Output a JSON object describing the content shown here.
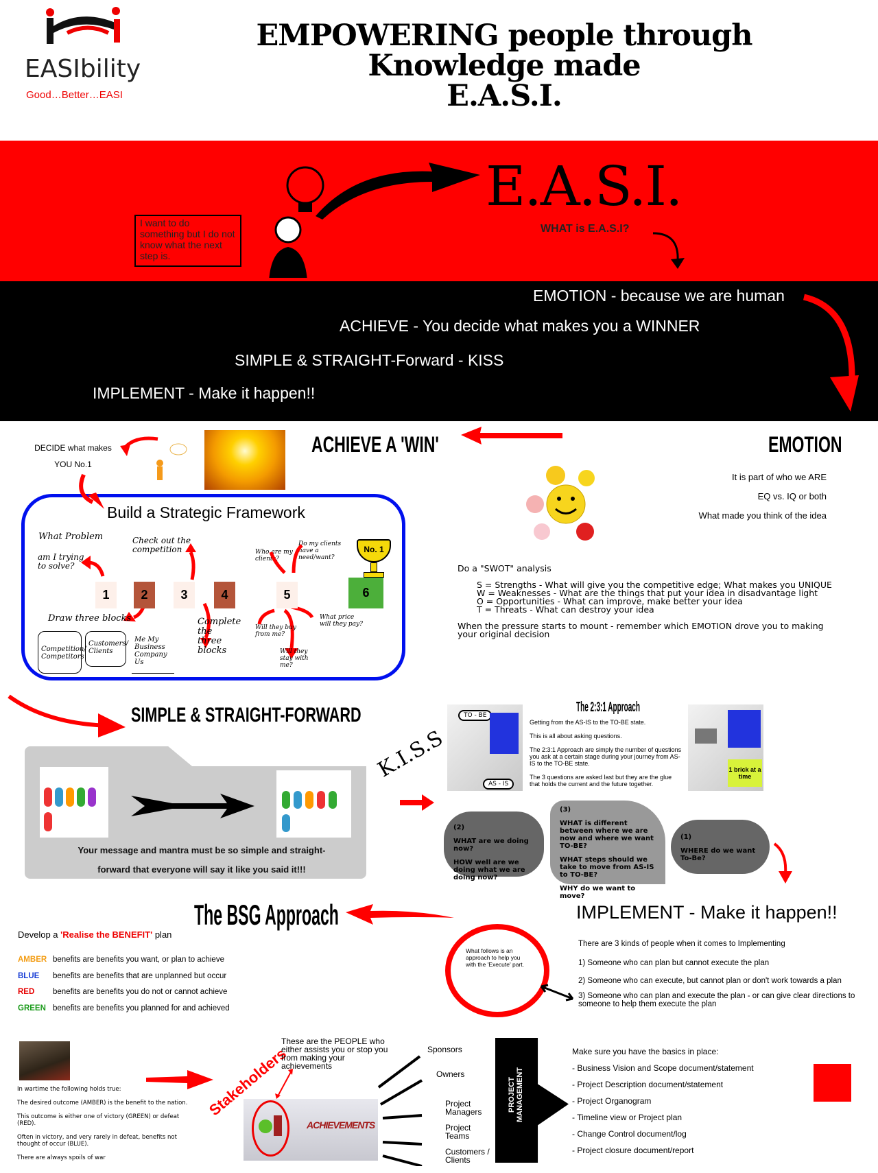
{
  "header": {
    "logo_name": "EASIbility",
    "tagline": "Good…Better…EASI",
    "title_lines": [
      "EMPOWERING people through",
      "Knowledge made",
      "E.A.S.I."
    ]
  },
  "hero": {
    "speech": "I want to do something but I do not know what the next step is.",
    "big": "E.A.S.I.",
    "question": "WHAT is  E.A.S.I?"
  },
  "acronym": {
    "e": "EMOTION - because we are human",
    "a": "ACHIEVE  - You decide what makes you a WINNER",
    "s": "SIMPLE & STRAIGHT-Forward - KISS",
    "i": "IMPLEMENT - Make it happen!!"
  },
  "achieve": {
    "decide1": "DECIDE what makes",
    "decide2": "YOU No.1",
    "heading": "ACHIEVE A 'WIN'",
    "framework_title": "Build a Strategic Framework",
    "what_problem": "What Problem",
    "trying": "am I trying to solve?",
    "check": "Check out the competition",
    "who": "Who are my clients?",
    "need": "Do my clients have a need/want?",
    "trophy": "No. 1",
    "steps": [
      "1",
      "2",
      "3",
      "4",
      "5",
      "6"
    ],
    "draw": "Draw three blocks",
    "blocks": [
      "Competition/ Competitors",
      "Customers/ Clients",
      "Me My Business Company Us"
    ],
    "complete": "Complete the three blocks",
    "buy": "Will they buy from me?",
    "price": "What price will they pay?",
    "stay": "Will they stay with me?"
  },
  "emotion": {
    "heading": "EMOTION",
    "lines": [
      "It is part of who we ARE",
      "EQ vs. IQ or both",
      "What made you think of the idea"
    ],
    "swot_intro": "Do a \"SWOT\" analysis",
    "swot": [
      "S = Strengths - What will give you the competitive edge; What makes you UNIQUE",
      "W = Weaknesses - What are the things that put your idea in disadvantage light",
      "O = Opportunities - What can improve, make better your idea",
      "T = Threats - What can destroy your idea"
    ],
    "pressure": "When the pressure starts to mount - remember which EMOTION drove you to making your original  decision"
  },
  "simple": {
    "heading": "SIMPLE & STRAIGHT-FORWARD",
    "msg1": "Your message and mantra must be so simple and straight-",
    "msg2": "forward that everyone will say it like you said it!!!",
    "kiss": "K.I.S.S"
  },
  "approach": {
    "title": "The 2:3:1 Approach",
    "to_be": "TO - BE",
    "as_is": "AS - IS",
    "p1": "Getting from the AS-IS to the TO-BE state.",
    "p2": "This is all about asking questions.",
    "p3": "The 2:3:1 Approach are simply the number of questions you ask at a certain stage during your journey from AS-IS to the TO-BE state.",
    "p4": "The 3 questions are asked last but they are the glue that holds the current and the future together.",
    "brick": "1 brick at a time",
    "b2": [
      "(2)",
      "WHAT are we doing now?",
      "HOW well are we doing what we are doing now?"
    ],
    "b3": [
      "(3)",
      "WHAT is different between where we are now and where we want TO-BE?",
      "WHAT steps should we take to move from AS-IS to TO-BE?",
      "WHY do we want to move?"
    ],
    "b1": [
      "(1)",
      "WHERE do we want To-Be?"
    ]
  },
  "bsg": {
    "heading": "The BSG Approach",
    "develop_pre": "Develop a ",
    "develop_em": "'Realise the BENEFIT'",
    "develop_post": " plan",
    "rows": [
      {
        "label": "AMBER",
        "color": "#f39c12",
        "text": "benefits are benefits you want, or plan to achieve"
      },
      {
        "label": "BLUE",
        "color": "#1a3fd6",
        "text": "benefits are benefits that are unplanned but occur"
      },
      {
        "label": "RED",
        "color": "#e60000",
        "text": "benefits are benefits you do not or cannot achieve"
      },
      {
        "label": "GREEN",
        "color": "#1a9a1a",
        "text": "benefits are benefits you planned for and achieved"
      }
    ],
    "circle": "What follows is an approach to help you with the 'Execute' part."
  },
  "implement": {
    "heading": "IMPLEMENT - Make it happen!!",
    "intro": "There are 3 kinds of people when it comes to Implementing",
    "items": [
      "1) Someone who can plan but cannot execute the plan",
      "2) Someone who can execute, but cannot plan or don't work towards a plan",
      "3) Someone who can plan and execute the plan - or can give clear directions to someone to help them execute the plan"
    ]
  },
  "war": {
    "lines": [
      "In wartime the following holds true:",
      "The desired outcome (AMBER) is the benefit to the nation.",
      "This outcome is either one of victory (GREEN) or defeat (RED).",
      "Often in victory, and very rarely in defeat, benefits not thought of occur (BLUE).",
      "There are always spoils of war"
    ]
  },
  "stake": {
    "label": "Stakeholders",
    "people": "These are the PEOPLE who either assists you or stop you from making your achievements",
    "achievements": "ACHIEVEMENTS",
    "roles": [
      "Sponsors",
      "Owners",
      "Project Managers",
      "Project Teams",
      "Customers / Clients"
    ],
    "pm": "PROJECT MANAGEMENT"
  },
  "basics": {
    "intro": "Make sure you have the basics in place:",
    "items": [
      "- Business Vision and Scope document/statement",
      "- Project Description document/statement",
      "- Project Organogram",
      "- Timeline view or Project plan",
      "- Change Control document/log",
      "- Project closure document/report"
    ]
  },
  "colors": {
    "red": "#ff0000",
    "black": "#000000",
    "blue": "#0000ee",
    "gray": "#666666"
  }
}
